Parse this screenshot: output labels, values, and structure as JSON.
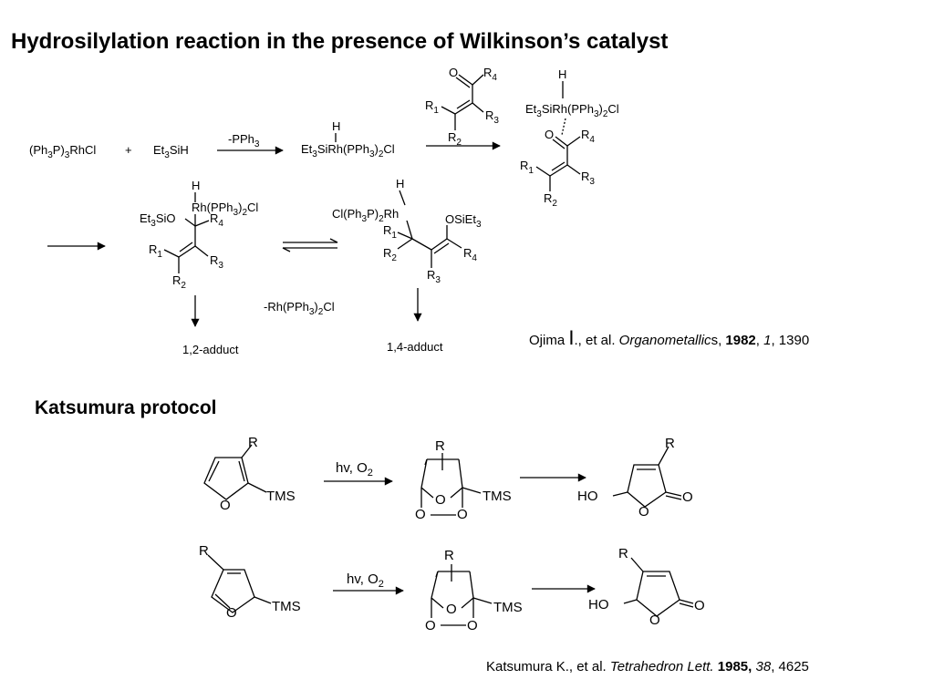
{
  "title": "Hydrosilylation reaction in the presence of Wilkinson’s catalyst",
  "section2_title": "Katsumura protocol",
  "reagents": {
    "catalyst": "(Ph3P)3RhCl",
    "plus": "+",
    "silane": "Et3SiH",
    "loss_pph3": "-PPh3",
    "hydride_complex": "Et3SiRh(PPh3)2Cl",
    "h_label": "H",
    "enone_carbonyl_o": "O",
    "loss_rh": "-Rh(PPh3)2Cl",
    "product_12": "1,2-adduct",
    "product_14": "1,4-adduct"
  },
  "substituents": {
    "r1": "R1",
    "r2": "R2",
    "r3": "R3",
    "r4": "R4",
    "rh_fragment": "Rh(PPh3)2Cl",
    "et3sio": "Et3SiO",
    "cl_rh": "Cl(Ph3P)2Rh",
    "osiet3": "OSiEt3"
  },
  "ref1": {
    "author": "Ojima ",
    "initial": "I",
    "etal": "., et al. ",
    "journal": "Organometallic",
    "journal_end": "s",
    "sep1": ", ",
    "year": "1982",
    "sep2": ", ",
    "volume": "1",
    "pages": ", 1390"
  },
  "katsumura": {
    "conditions_1": "hv, O2",
    "conditions_2": "hv, O2",
    "tms": "TMS",
    "r": "R",
    "o": "O",
    "ho": "HO"
  },
  "ref2": {
    "author": "Katsumura K., et al. ",
    "journal": "Tetrahedron Lett.",
    "year": " 1985,",
    "volume": " 38",
    "pages": ", 4625"
  }
}
